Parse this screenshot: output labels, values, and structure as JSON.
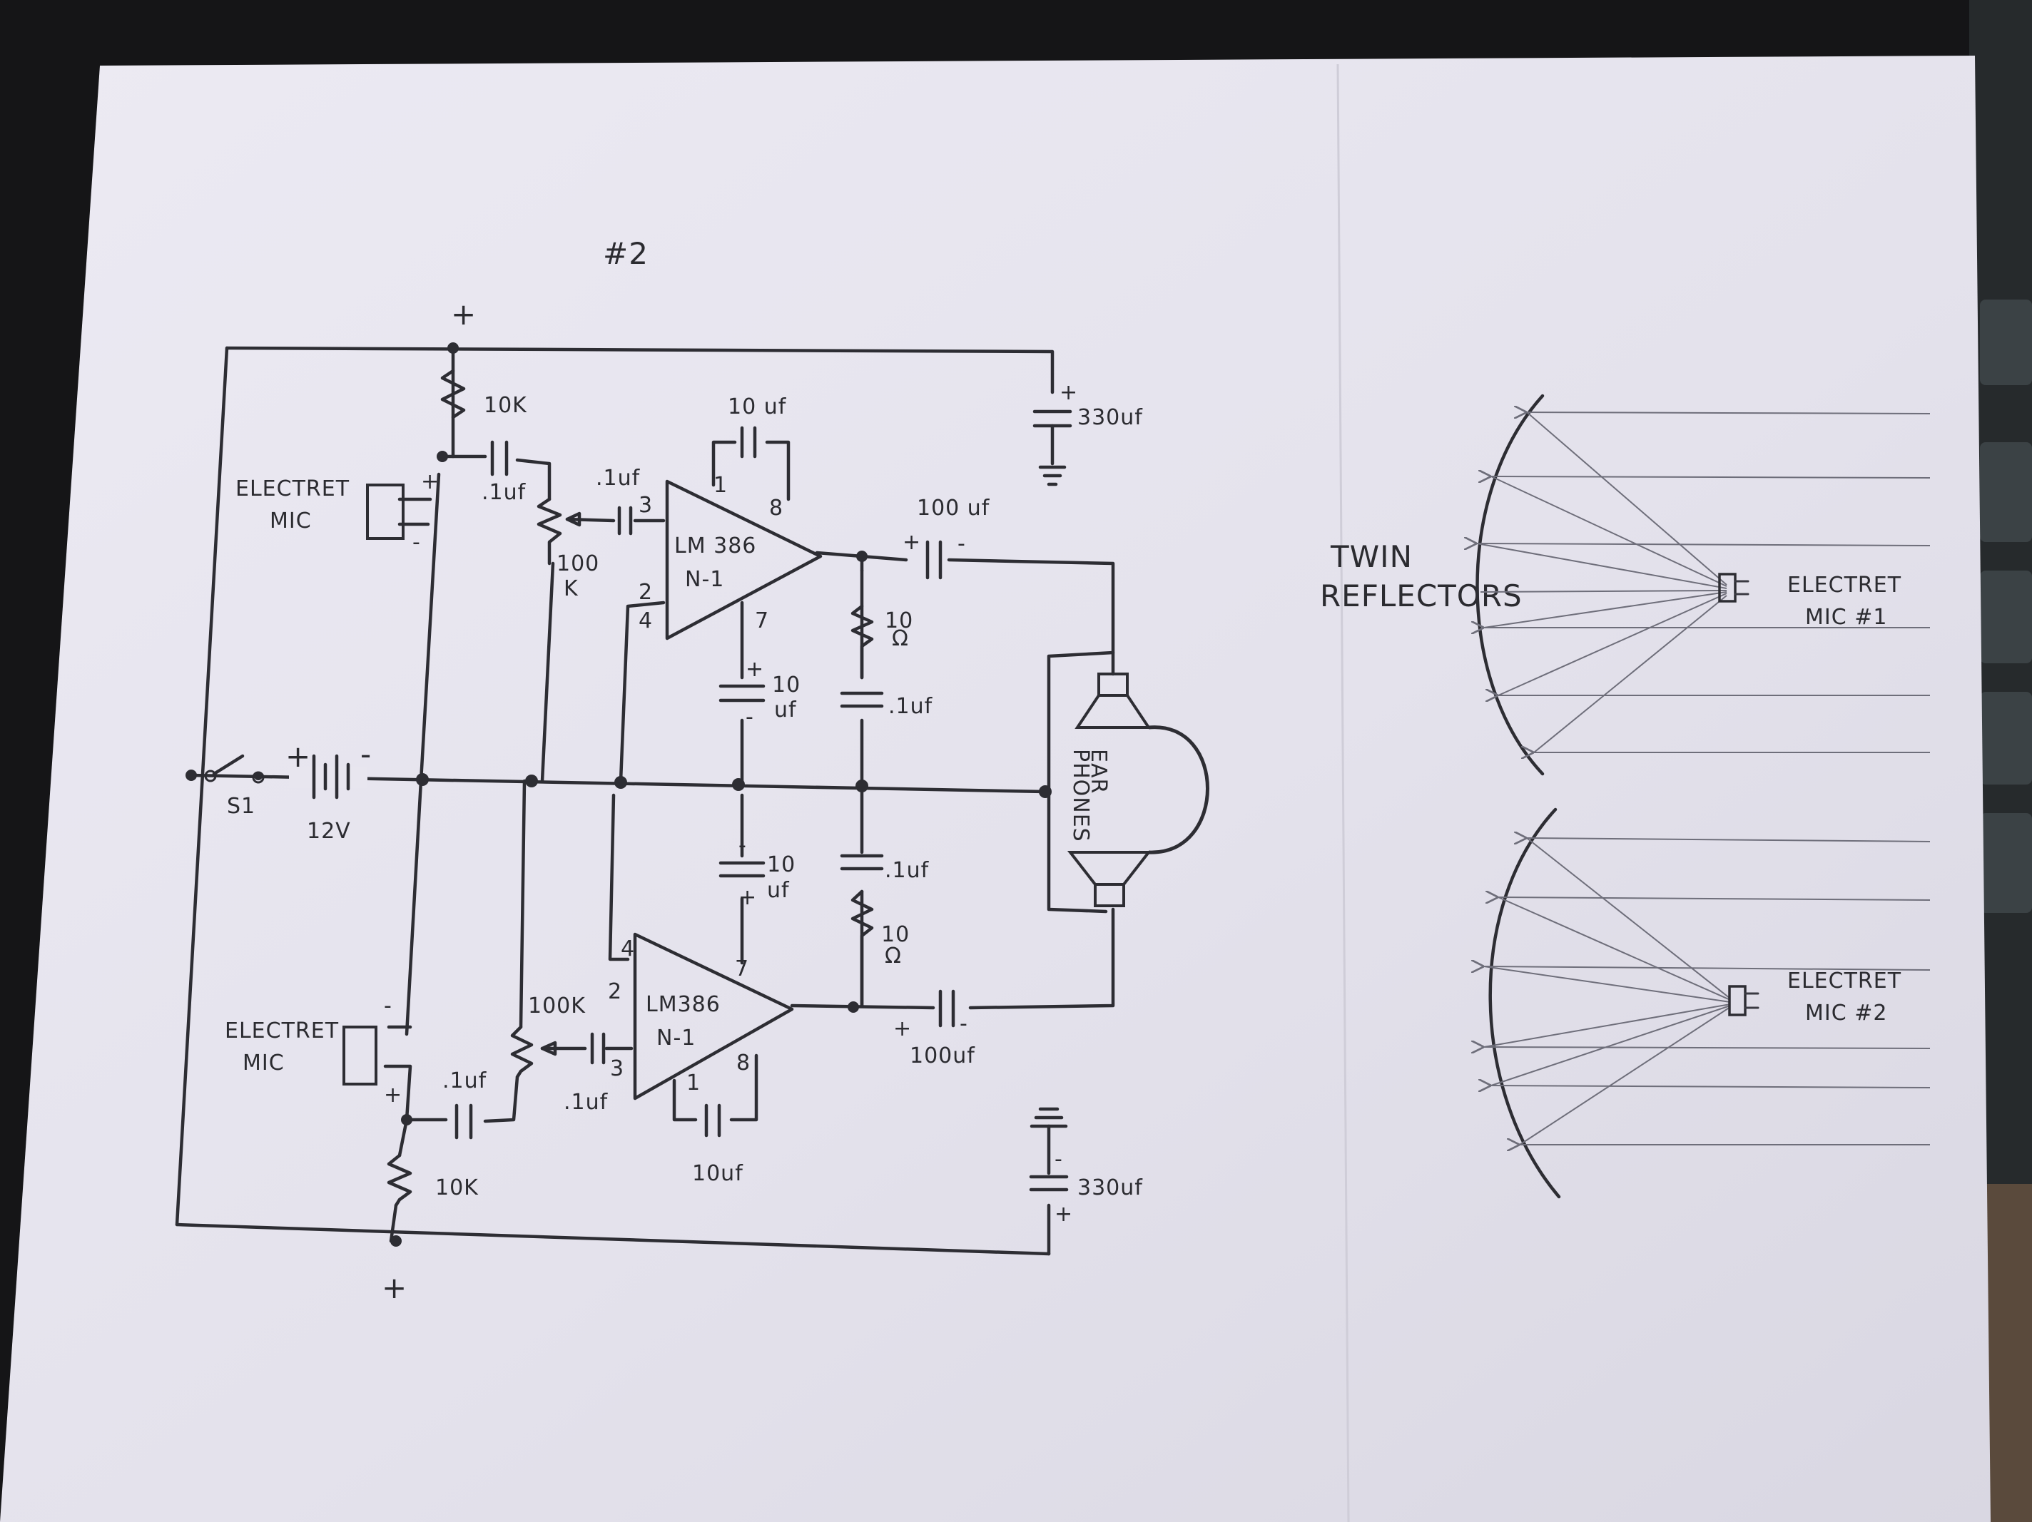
{
  "page": {
    "number_label": "#2"
  },
  "circuit": {
    "supply": {
      "plus_top": "+",
      "plus_bottom": "+",
      "switch": "S1",
      "battery_plus": "+",
      "battery_minus": "-",
      "battery_voltage": "12V"
    },
    "upper_channel": {
      "mic_label_line1": "ELECTRET",
      "mic_label_line2": "MIC",
      "mic_plus": "+",
      "mic_minus": "-",
      "bias_resistor": "10K",
      "coupling_cap": ".1uf",
      "volume_pot_value": "100",
      "volume_pot_unit": "K",
      "input_cap": ".1uf",
      "amp_line1": "LM 386",
      "amp_line2": "N-1",
      "pin1": "1",
      "pin2": "2",
      "pin3": "3",
      "pin4": "4",
      "pin7": "7",
      "pin8": "8",
      "gain_cap": "10 uf",
      "bypass_cap_line1": "10",
      "bypass_cap_line2": "uf",
      "bypass_cap_plus": "+",
      "bypass_cap_minus": "-",
      "zobel_resistor_value": "10",
      "zobel_resistor_unit": "Ω",
      "zobel_cap": ".1uf",
      "output_cap": "100 uf",
      "output_cap_plus": "+",
      "output_cap_minus": "-",
      "filter_cap": "330uf",
      "filter_cap_plus": "+"
    },
    "lower_channel": {
      "mic_label_line1": "ELECTRET",
      "mic_label_line2": "MIC",
      "mic_plus": "+",
      "mic_minus": "-",
      "bias_resistor": "10K",
      "coupling_cap": ".1uf",
      "volume_pot": "100K",
      "input_cap": ".1uf",
      "amp_line1": "LM386",
      "amp_line2": "N-1",
      "pin1": "1",
      "pin2": "2",
      "pin3": "3",
      "pin4": "4",
      "pin7": "7",
      "pin8": "8",
      "gain_cap": "10uf",
      "bypass_cap_line1": "10",
      "bypass_cap_line2": "uf",
      "bypass_cap_plus": "+",
      "bypass_cap_minus": "-",
      "zobel_resistor_value": "10",
      "zobel_resistor_unit": "Ω",
      "zobel_cap": ".1uf",
      "output_cap": "100uf",
      "output_cap_plus": "+",
      "output_cap_minus": "-",
      "filter_cap": "330uf",
      "filter_cap_plus": "+",
      "filter_cap_minus": "-"
    },
    "earphones": {
      "line1": "EAR",
      "line2": "PHONES"
    }
  },
  "reflectors": {
    "title_line1": "TWIN",
    "title_line2": "REFLECTORS",
    "mic1_line1": "ELECTRET",
    "mic1_line2": "MIC #1",
    "mic2_line1": "ELECTRET",
    "mic2_line2": "MIC #2"
  }
}
